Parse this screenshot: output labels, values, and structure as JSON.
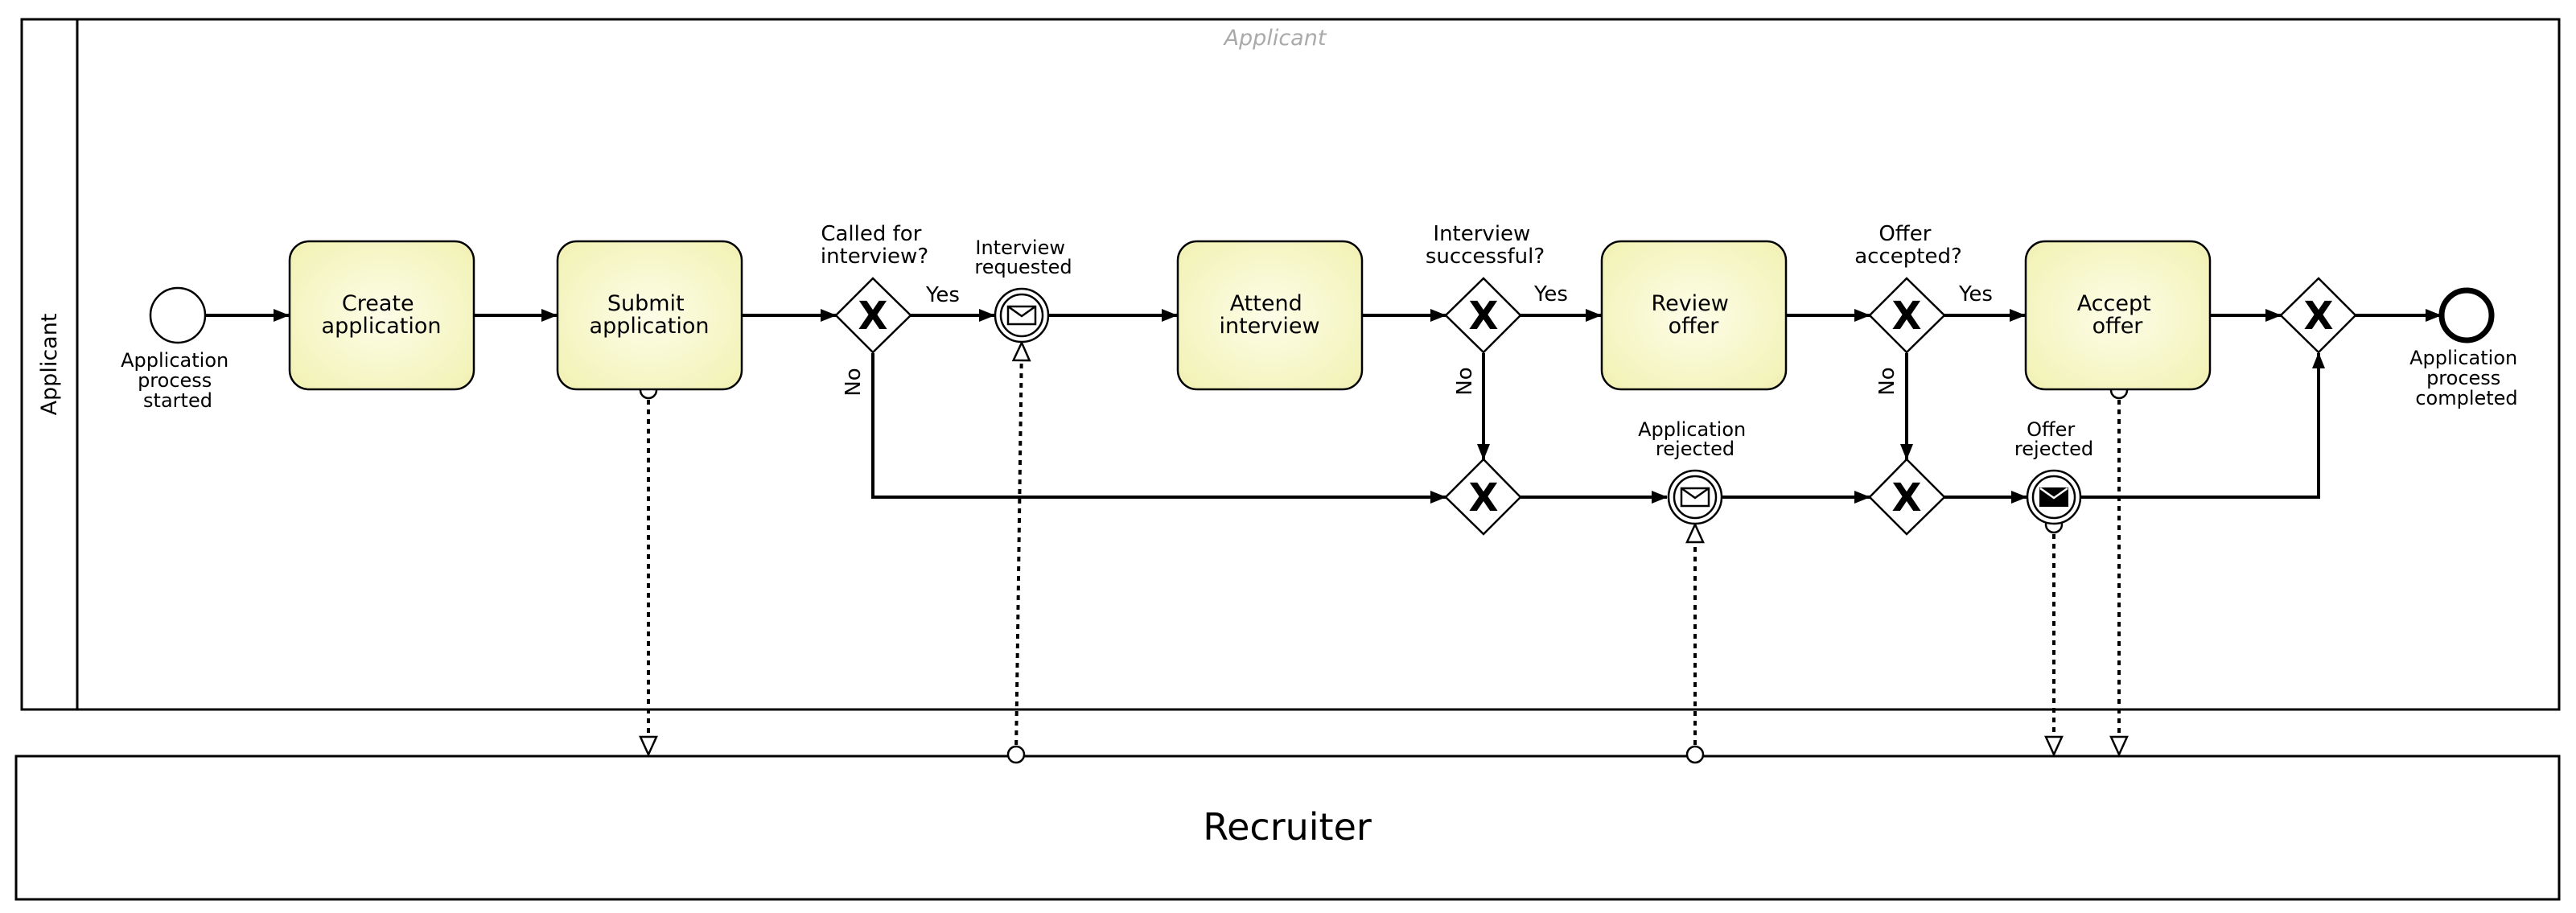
{
  "pool": {
    "title": "Applicant",
    "lane_label": "Applicant"
  },
  "recruiter_pool": {
    "label": "Recruiter"
  },
  "events": {
    "start": [
      "Application",
      "process",
      "started"
    ],
    "end": [
      "Application",
      "process",
      "completed"
    ],
    "interview_requested": [
      "Interview",
      "requested"
    ],
    "application_rejected": [
      "Application",
      "rejected"
    ],
    "offer_rejected": [
      "Offer",
      "rejected"
    ]
  },
  "tasks": {
    "create": [
      "Create",
      "application"
    ],
    "submit": [
      "Submit",
      "application"
    ],
    "attend": [
      "Attend",
      "interview"
    ],
    "review": [
      "Review",
      "offer"
    ],
    "accept": [
      "Accept",
      "offer"
    ]
  },
  "gateways": {
    "called": [
      "Called for",
      "interview?"
    ],
    "successful": [
      "Interview",
      "successful?"
    ],
    "accepted": [
      "Offer",
      "accepted?"
    ],
    "marker": "X"
  },
  "flow_labels": {
    "yes": "Yes",
    "no": "No"
  },
  "colors": {
    "task_fill_light": "#fdfde8",
    "task_fill_dark": "#f2f2b6",
    "stroke": "#000000",
    "pool_title": "#aaaaaa"
  }
}
